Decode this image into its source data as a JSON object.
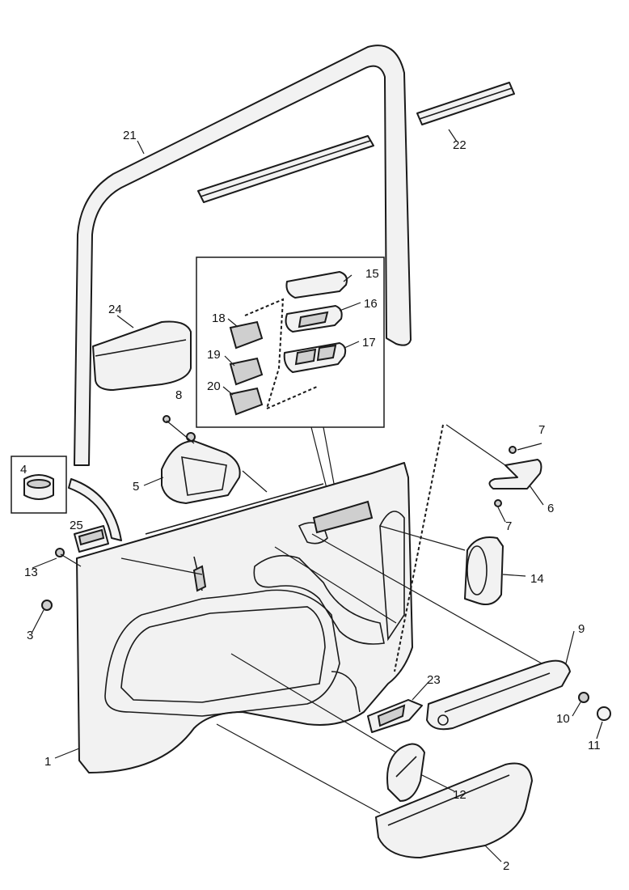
{
  "callouts": [
    {
      "id": "c1",
      "label": "1"
    },
    {
      "id": "c2",
      "label": "2"
    },
    {
      "id": "c3",
      "label": "3"
    },
    {
      "id": "c4",
      "label": "4"
    },
    {
      "id": "c5",
      "label": "5"
    },
    {
      "id": "c6",
      "label": "6"
    },
    {
      "id": "c7a",
      "label": "7"
    },
    {
      "id": "c7b",
      "label": "7"
    },
    {
      "id": "c8",
      "label": "8"
    },
    {
      "id": "c9",
      "label": "9"
    },
    {
      "id": "c10",
      "label": "10"
    },
    {
      "id": "c11",
      "label": "11"
    },
    {
      "id": "c12",
      "label": "12"
    },
    {
      "id": "c13",
      "label": "13"
    },
    {
      "id": "c14",
      "label": "14"
    },
    {
      "id": "c15",
      "label": "15"
    },
    {
      "id": "c16",
      "label": "16"
    },
    {
      "id": "c17",
      "label": "17"
    },
    {
      "id": "c18",
      "label": "18"
    },
    {
      "id": "c19",
      "label": "19"
    },
    {
      "id": "c20",
      "label": "20"
    },
    {
      "id": "c21",
      "label": "21"
    },
    {
      "id": "c22",
      "label": "22"
    },
    {
      "id": "c23",
      "label": "23"
    },
    {
      "id": "c24",
      "label": "24"
    },
    {
      "id": "c25",
      "label": "25"
    }
  ]
}
